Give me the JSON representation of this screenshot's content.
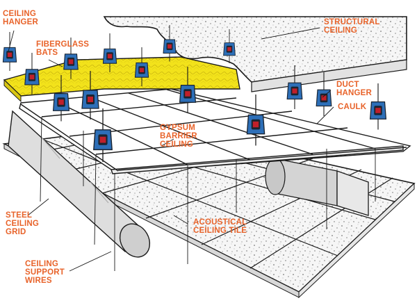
{
  "labels": {
    "ceiling_hanger": [
      "CEILING",
      "HANGER"
    ],
    "fiberglass_bats": [
      "FIBERGLASS",
      "BATS"
    ],
    "structural_ceiling": [
      "STRUCTURAL",
      "CEILING"
    ],
    "duct_hanger": [
      "DUCT",
      "HANGER"
    ],
    "caulk": [
      "CAULK"
    ],
    "gypsum_barrier_ceiling": [
      "GYPSUM",
      "BARRIER",
      "CEILING"
    ],
    "steel_ceiling_grid": [
      "STEEL",
      "CEILING",
      "GRID"
    ],
    "acoustical_ceiling_tile": [
      "ACOUSTICAL",
      "CEILING TILE"
    ],
    "ceiling_support_wires": [
      "CEILING",
      "SUPPORT",
      "WIRES"
    ]
  },
  "colors": {
    "label": "#e8632a",
    "insulation": "#f2e21b",
    "hanger_blue": "#2d6fb8",
    "hanger_dark": "#1b2430",
    "hanger_red": "#c0202a",
    "line": "#1a1a1a",
    "speckle": "#f4f4f4"
  }
}
